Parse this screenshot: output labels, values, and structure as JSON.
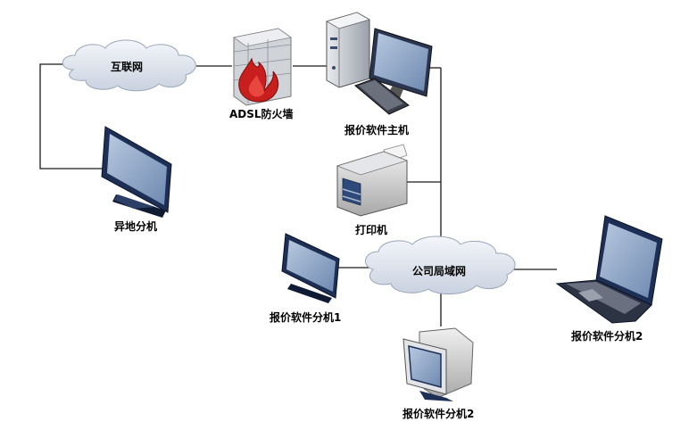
{
  "nodes": {
    "internet": {
      "label": "互联网",
      "icon": "cloud-icon"
    },
    "firewall": {
      "label": "ADSL防火墙",
      "icon": "firewall-icon"
    },
    "server": {
      "label": "报价软件主机",
      "icon": "desktop-tower-icon"
    },
    "remote": {
      "label": "异地分机",
      "icon": "monitor-icon"
    },
    "printer": {
      "label": "打印机",
      "icon": "printer-icon"
    },
    "lan": {
      "label": "公司局域网",
      "icon": "cloud-icon"
    },
    "client1": {
      "label": "报价软件分机1",
      "icon": "monitor-icon"
    },
    "client_crt": {
      "label": "报价软件分机2",
      "icon": "crt-monitor-icon"
    },
    "laptop": {
      "label": "报价软件分机2",
      "icon": "laptop-icon"
    }
  },
  "colors": {
    "line": "#1a1a1a",
    "cloud_fill": "#dfe5ee",
    "screen": "#8aa3c4",
    "bezel": "#1d2f55",
    "firewall_red": "#c81e1e"
  }
}
